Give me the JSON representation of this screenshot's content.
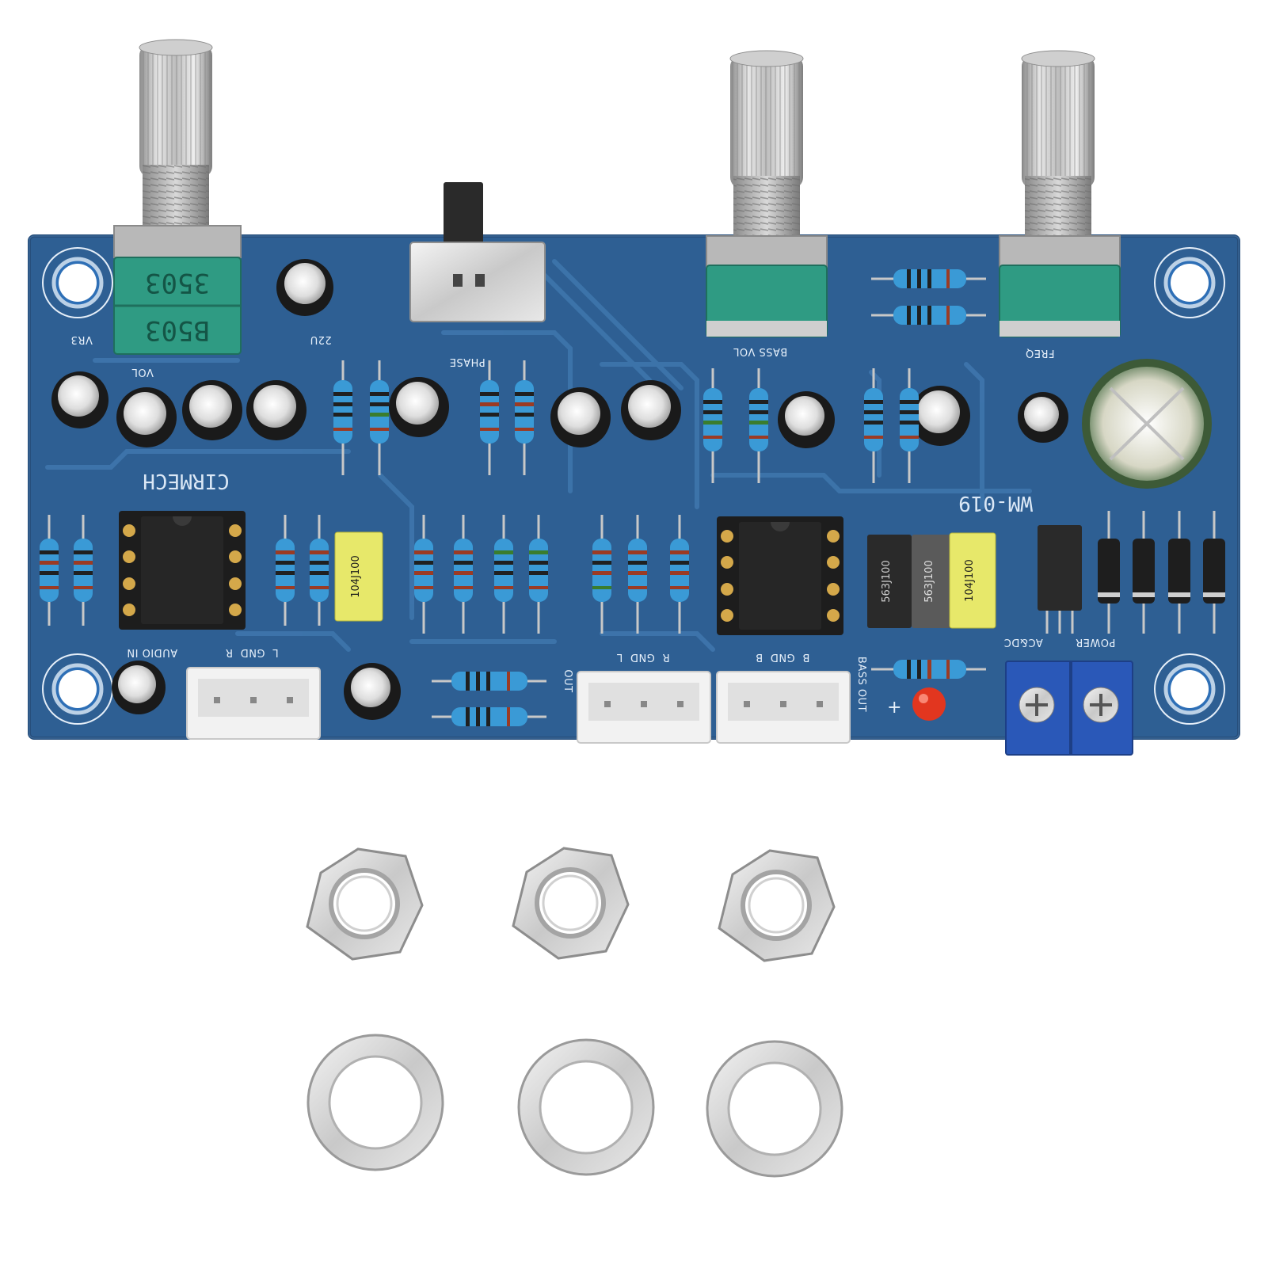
{
  "board": {
    "brand": "CIRMECH",
    "model": "WM-019",
    "labels": {
      "vol": "VOL",
      "vr": "VR3",
      "phase": "PHASE",
      "bass_vol": "BASS VOL",
      "freq": "FREQ",
      "cap_22u": "22U",
      "audio_in": "AUDIO IN",
      "input_pins": "L  GND  R",
      "out": "OUT",
      "out_pins": "R  GND  L",
      "bass_pins": "B  GND  B",
      "bass_out": "BASS OUT",
      "power": "POWER",
      "acdc": "AC&DC",
      "plus": "+"
    },
    "pot_codes": [
      "3503",
      "B503"
    ],
    "film_caps": [
      "104J100",
      "563J100",
      "563J100",
      "104J100"
    ]
  },
  "hardware": {
    "nuts": 3,
    "washers": 3
  },
  "colors": {
    "pcb": "#2e5f93",
    "pcb_edge": "#274f7c",
    "silk": "#e8f1fb",
    "pot_body": "#2f9b83",
    "resistor": "#3a9ad6",
    "film_cap": "#e7e86a",
    "terminal": "#2a58b8",
    "led": "#e2361f"
  }
}
